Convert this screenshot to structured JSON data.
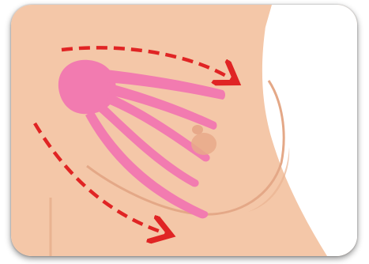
{
  "illustration": {
    "colors": {
      "skin": "#f4c7a8",
      "skin_shadow": "#e9b391",
      "breast_outline": "#e4a887",
      "gland_pink": "#f27bb0",
      "areola": "#e7a98a",
      "arrow_red": "#e02424",
      "garment_white": "#ffffff"
    },
    "arrows": [
      {
        "name": "upper-arrow",
        "direction": "right"
      },
      {
        "name": "lower-arrow",
        "direction": "down-right"
      }
    ]
  }
}
